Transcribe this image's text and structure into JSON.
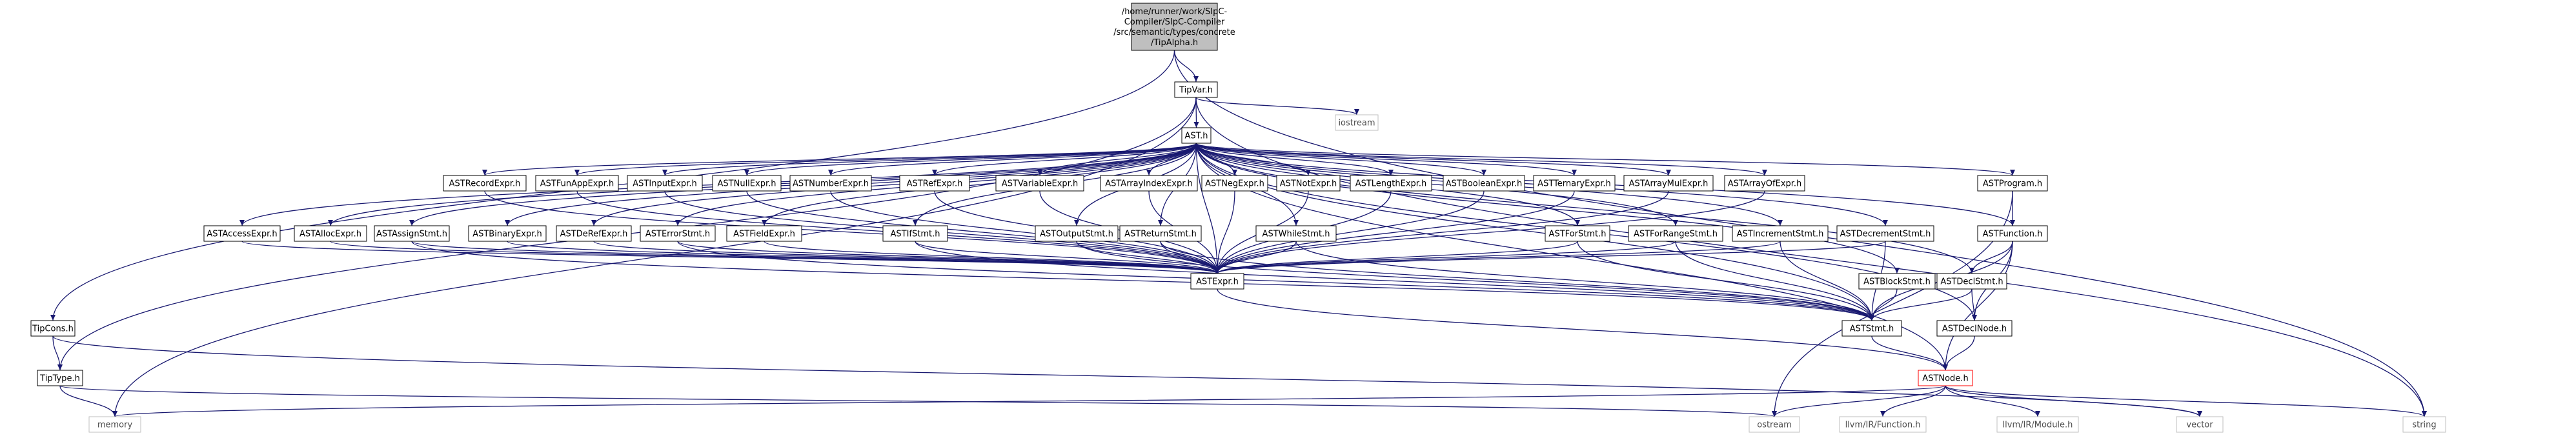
{
  "nodes": [
    {
      "id": "root",
      "type": "root",
      "lines": [
        "/home/runner/work/SIpC-",
        "Compiler/SIpC-Compiler",
        "/src/semantic/types/concrete",
        "/TipAlpha.h"
      ]
    },
    {
      "id": "tipvar",
      "type": "file",
      "lines": [
        "TipVar.h"
      ]
    },
    {
      "id": "iostream",
      "type": "ext",
      "lines": [
        "iostream"
      ]
    },
    {
      "id": "ast",
      "type": "file",
      "lines": [
        "AST.h"
      ]
    },
    {
      "id": "record",
      "type": "file",
      "lines": [
        "ASTRecordExpr.h"
      ]
    },
    {
      "id": "funapp",
      "type": "file",
      "lines": [
        "ASTFunAppExpr.h"
      ]
    },
    {
      "id": "input",
      "type": "file",
      "lines": [
        "ASTInputExpr.h"
      ]
    },
    {
      "id": "null",
      "type": "file",
      "lines": [
        "ASTNullExpr.h"
      ]
    },
    {
      "id": "number",
      "type": "file",
      "lines": [
        "ASTNumberExpr.h"
      ]
    },
    {
      "id": "ref",
      "type": "file",
      "lines": [
        "ASTRefExpr.h"
      ]
    },
    {
      "id": "variable",
      "type": "file",
      "lines": [
        "ASTVariableExpr.h"
      ]
    },
    {
      "id": "arrindex",
      "type": "file",
      "lines": [
        "ASTArrayIndexExpr.h"
      ]
    },
    {
      "id": "neg",
      "type": "file",
      "lines": [
        "ASTNegExpr.h"
      ]
    },
    {
      "id": "not",
      "type": "file",
      "lines": [
        "ASTNotExpr.h"
      ]
    },
    {
      "id": "length",
      "type": "file",
      "lines": [
        "ASTLengthExpr.h"
      ]
    },
    {
      "id": "boolean",
      "type": "file",
      "lines": [
        "ASTBooleanExpr.h"
      ]
    },
    {
      "id": "ternary",
      "type": "file",
      "lines": [
        "ASTTernaryExpr.h"
      ]
    },
    {
      "id": "arrmul",
      "type": "file",
      "lines": [
        "ASTArrayMulExpr.h"
      ]
    },
    {
      "id": "arrof",
      "type": "file",
      "lines": [
        "ASTArrayOfExpr.h"
      ]
    },
    {
      "id": "program",
      "type": "file",
      "lines": [
        "ASTProgram.h"
      ]
    },
    {
      "id": "access",
      "type": "file",
      "lines": [
        "ASTAccessExpr.h"
      ]
    },
    {
      "id": "alloc",
      "type": "file",
      "lines": [
        "ASTAllocExpr.h"
      ]
    },
    {
      "id": "assign",
      "type": "file",
      "lines": [
        "ASTAssignStmt.h"
      ]
    },
    {
      "id": "binary",
      "type": "file",
      "lines": [
        "ASTBinaryExpr.h"
      ]
    },
    {
      "id": "deref",
      "type": "file",
      "lines": [
        "ASTDeRefExpr.h"
      ]
    },
    {
      "id": "error",
      "type": "file",
      "lines": [
        "ASTErrorStmt.h"
      ]
    },
    {
      "id": "field",
      "type": "file",
      "lines": [
        "ASTFieldExpr.h"
      ]
    },
    {
      "id": "if",
      "type": "file",
      "lines": [
        "ASTIfStmt.h"
      ]
    },
    {
      "id": "output",
      "type": "file",
      "lines": [
        "ASTOutputStmt.h"
      ]
    },
    {
      "id": "return",
      "type": "file",
      "lines": [
        "ASTReturnStmt.h"
      ]
    },
    {
      "id": "while",
      "type": "file",
      "lines": [
        "ASTWhileStmt.h"
      ]
    },
    {
      "id": "for",
      "type": "file",
      "lines": [
        "ASTForStmt.h"
      ]
    },
    {
      "id": "forrange",
      "type": "file",
      "lines": [
        "ASTForRangeStmt.h"
      ]
    },
    {
      "id": "increment",
      "type": "file",
      "lines": [
        "ASTIncrementStmt.h"
      ]
    },
    {
      "id": "decrement",
      "type": "file",
      "lines": [
        "ASTDecrementStmt.h"
      ]
    },
    {
      "id": "function",
      "type": "file",
      "lines": [
        "ASTFunction.h"
      ]
    },
    {
      "id": "expr",
      "type": "file",
      "lines": [
        "ASTExpr.h"
      ]
    },
    {
      "id": "block",
      "type": "file",
      "lines": [
        "ASTBlockStmt.h"
      ]
    },
    {
      "id": "declstmt",
      "type": "file",
      "lines": [
        "ASTDeclStmt.h"
      ]
    },
    {
      "id": "tipcons",
      "type": "file",
      "lines": [
        "TipCons.h"
      ]
    },
    {
      "id": "stmt",
      "type": "file",
      "lines": [
        "ASTStmt.h"
      ]
    },
    {
      "id": "declnode",
      "type": "file",
      "lines": [
        "ASTDeclNode.h"
      ]
    },
    {
      "id": "tiptype",
      "type": "file",
      "lines": [
        "TipType.h"
      ]
    },
    {
      "id": "node",
      "type": "hi",
      "lines": [
        "ASTNode.h"
      ]
    },
    {
      "id": "memory",
      "type": "ext",
      "lines": [
        "memory"
      ]
    },
    {
      "id": "ostream",
      "type": "ext",
      "lines": [
        "ostream"
      ]
    },
    {
      "id": "llvmfunc",
      "type": "ext",
      "lines": [
        "llvm/IR/Function.h"
      ]
    },
    {
      "id": "llvmmod",
      "type": "ext",
      "lines": [
        "llvm/IR/Module.h"
      ]
    },
    {
      "id": "vector",
      "type": "ext",
      "lines": [
        "vector"
      ]
    },
    {
      "id": "string",
      "type": "ext",
      "lines": [
        "string"
      ]
    }
  ],
  "edges": [
    [
      "root",
      "tipvar"
    ],
    [
      "root",
      "tipcons"
    ],
    [
      "root",
      "string"
    ],
    [
      "tipvar",
      "ast"
    ],
    [
      "tipvar",
      "tiptype"
    ],
    [
      "tipvar",
      "iostream"
    ],
    [
      "tipvar",
      "string"
    ],
    [
      "tipvar",
      "memory"
    ],
    [
      "ast",
      "record"
    ],
    [
      "ast",
      "funapp"
    ],
    [
      "ast",
      "input"
    ],
    [
      "ast",
      "null"
    ],
    [
      "ast",
      "number"
    ],
    [
      "ast",
      "ref"
    ],
    [
      "ast",
      "variable"
    ],
    [
      "ast",
      "arrindex"
    ],
    [
      "ast",
      "neg"
    ],
    [
      "ast",
      "not"
    ],
    [
      "ast",
      "length"
    ],
    [
      "ast",
      "boolean"
    ],
    [
      "ast",
      "ternary"
    ],
    [
      "ast",
      "arrmul"
    ],
    [
      "ast",
      "arrof"
    ],
    [
      "ast",
      "program"
    ],
    [
      "ast",
      "access"
    ],
    [
      "ast",
      "alloc"
    ],
    [
      "ast",
      "assign"
    ],
    [
      "ast",
      "binary"
    ],
    [
      "ast",
      "deref"
    ],
    [
      "ast",
      "error"
    ],
    [
      "ast",
      "field"
    ],
    [
      "ast",
      "if"
    ],
    [
      "ast",
      "output"
    ],
    [
      "ast",
      "return"
    ],
    [
      "ast",
      "while"
    ],
    [
      "ast",
      "for"
    ],
    [
      "ast",
      "forrange"
    ],
    [
      "ast",
      "increment"
    ],
    [
      "ast",
      "decrement"
    ],
    [
      "ast",
      "function"
    ],
    [
      "ast",
      "block"
    ],
    [
      "ast",
      "declstmt"
    ],
    [
      "ast",
      "declnode"
    ],
    [
      "ast",
      "expr"
    ],
    [
      "ast",
      "stmt"
    ],
    [
      "ast",
      "node"
    ],
    [
      "record",
      "expr"
    ],
    [
      "funapp",
      "expr"
    ],
    [
      "input",
      "expr"
    ],
    [
      "null",
      "expr"
    ],
    [
      "number",
      "expr"
    ],
    [
      "ref",
      "expr"
    ],
    [
      "variable",
      "expr"
    ],
    [
      "arrindex",
      "expr"
    ],
    [
      "neg",
      "expr"
    ],
    [
      "not",
      "expr"
    ],
    [
      "length",
      "expr"
    ],
    [
      "boolean",
      "expr"
    ],
    [
      "ternary",
      "expr"
    ],
    [
      "arrmul",
      "expr"
    ],
    [
      "arrof",
      "expr"
    ],
    [
      "access",
      "expr"
    ],
    [
      "alloc",
      "expr"
    ],
    [
      "binary",
      "expr"
    ],
    [
      "deref",
      "expr"
    ],
    [
      "field",
      "expr"
    ],
    [
      "assign",
      "stmt"
    ],
    [
      "error",
      "stmt"
    ],
    [
      "if",
      "stmt"
    ],
    [
      "output",
      "stmt"
    ],
    [
      "return",
      "stmt"
    ],
    [
      "while",
      "stmt"
    ],
    [
      "for",
      "stmt"
    ],
    [
      "forrange",
      "stmt"
    ],
    [
      "increment",
      "stmt"
    ],
    [
      "decrement",
      "stmt"
    ],
    [
      "block",
      "stmt"
    ],
    [
      "declstmt",
      "stmt"
    ],
    [
      "assign",
      "expr"
    ],
    [
      "error",
      "expr"
    ],
    [
      "if",
      "expr"
    ],
    [
      "output",
      "expr"
    ],
    [
      "return",
      "expr"
    ],
    [
      "while",
      "expr"
    ],
    [
      "for",
      "expr"
    ],
    [
      "forrange",
      "expr"
    ],
    [
      "increment",
      "expr"
    ],
    [
      "decrement",
      "expr"
    ],
    [
      "program",
      "function"
    ],
    [
      "program",
      "ostream"
    ],
    [
      "function",
      "declstmt"
    ],
    [
      "function",
      "declnode"
    ],
    [
      "function",
      "stmt"
    ],
    [
      "function",
      "node"
    ],
    [
      "declstmt",
      "declnode"
    ],
    [
      "declnode",
      "node"
    ],
    [
      "expr",
      "node"
    ],
    [
      "stmt",
      "node"
    ],
    [
      "tipcons",
      "tiptype"
    ],
    [
      "tipcons",
      "vector"
    ],
    [
      "tiptype",
      "memory"
    ],
    [
      "tiptype",
      "ostream"
    ],
    [
      "node",
      "memory"
    ],
    [
      "node",
      "ostream"
    ],
    [
      "node",
      "llvmfunc"
    ],
    [
      "node",
      "llvmmod"
    ],
    [
      "node",
      "vector"
    ],
    [
      "node",
      "string"
    ]
  ]
}
